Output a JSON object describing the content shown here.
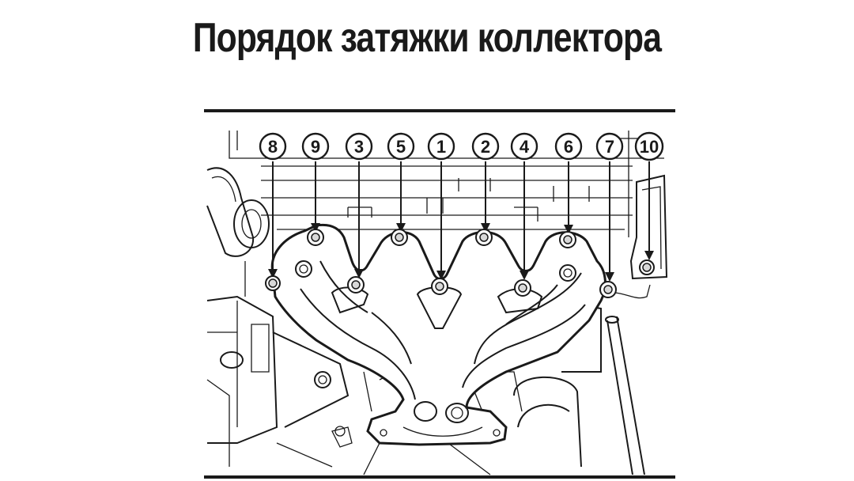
{
  "title": "Порядок затяжки коллектора",
  "callouts": [
    {
      "label": "8"
    },
    {
      "label": "9"
    },
    {
      "label": "3"
    },
    {
      "label": "5"
    },
    {
      "label": "1"
    },
    {
      "label": "2"
    },
    {
      "label": "4"
    },
    {
      "label": "6"
    },
    {
      "label": "7"
    },
    {
      "label": "10"
    }
  ],
  "colors": {
    "ink": "#1a1a1a",
    "background": "#ffffff"
  }
}
